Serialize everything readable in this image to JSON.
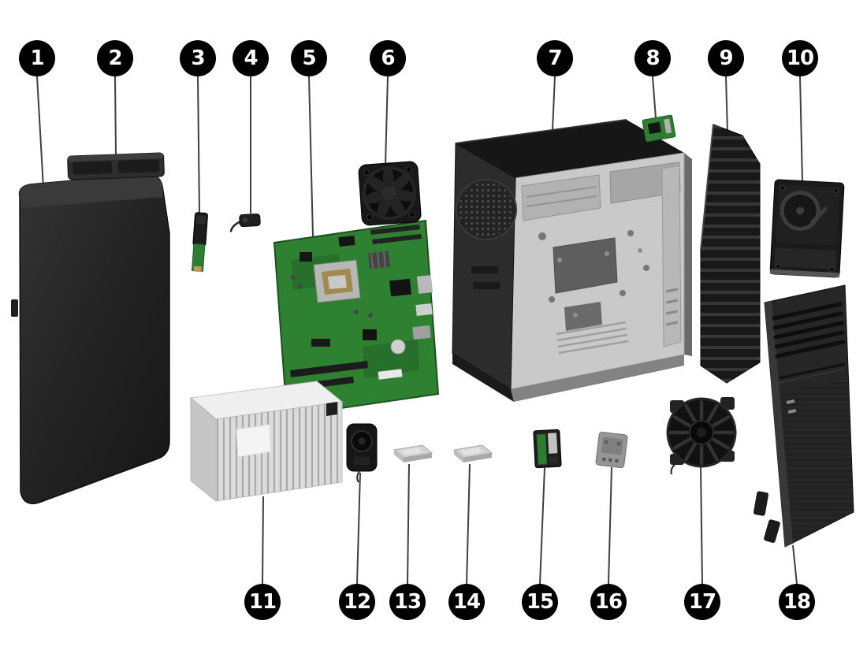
{
  "diagram": {
    "callouts": [
      {
        "label": "1"
      },
      {
        "label": "2"
      },
      {
        "label": "3"
      },
      {
        "label": "4"
      },
      {
        "label": "5"
      },
      {
        "label": "6"
      },
      {
        "label": "7"
      },
      {
        "label": "8"
      },
      {
        "label": "9"
      },
      {
        "label": "10"
      },
      {
        "label": "11"
      },
      {
        "label": "12"
      },
      {
        "label": "13"
      },
      {
        "label": "14"
      },
      {
        "label": "15"
      },
      {
        "label": "16"
      },
      {
        "label": "17"
      },
      {
        "label": "18"
      }
    ],
    "colors": {
      "background": "#ffffff",
      "badge_background": "#000000",
      "badge_text": "#ffffff",
      "leader_line": "#3f3f3f",
      "pcb_green": "#2e7d32"
    }
  }
}
